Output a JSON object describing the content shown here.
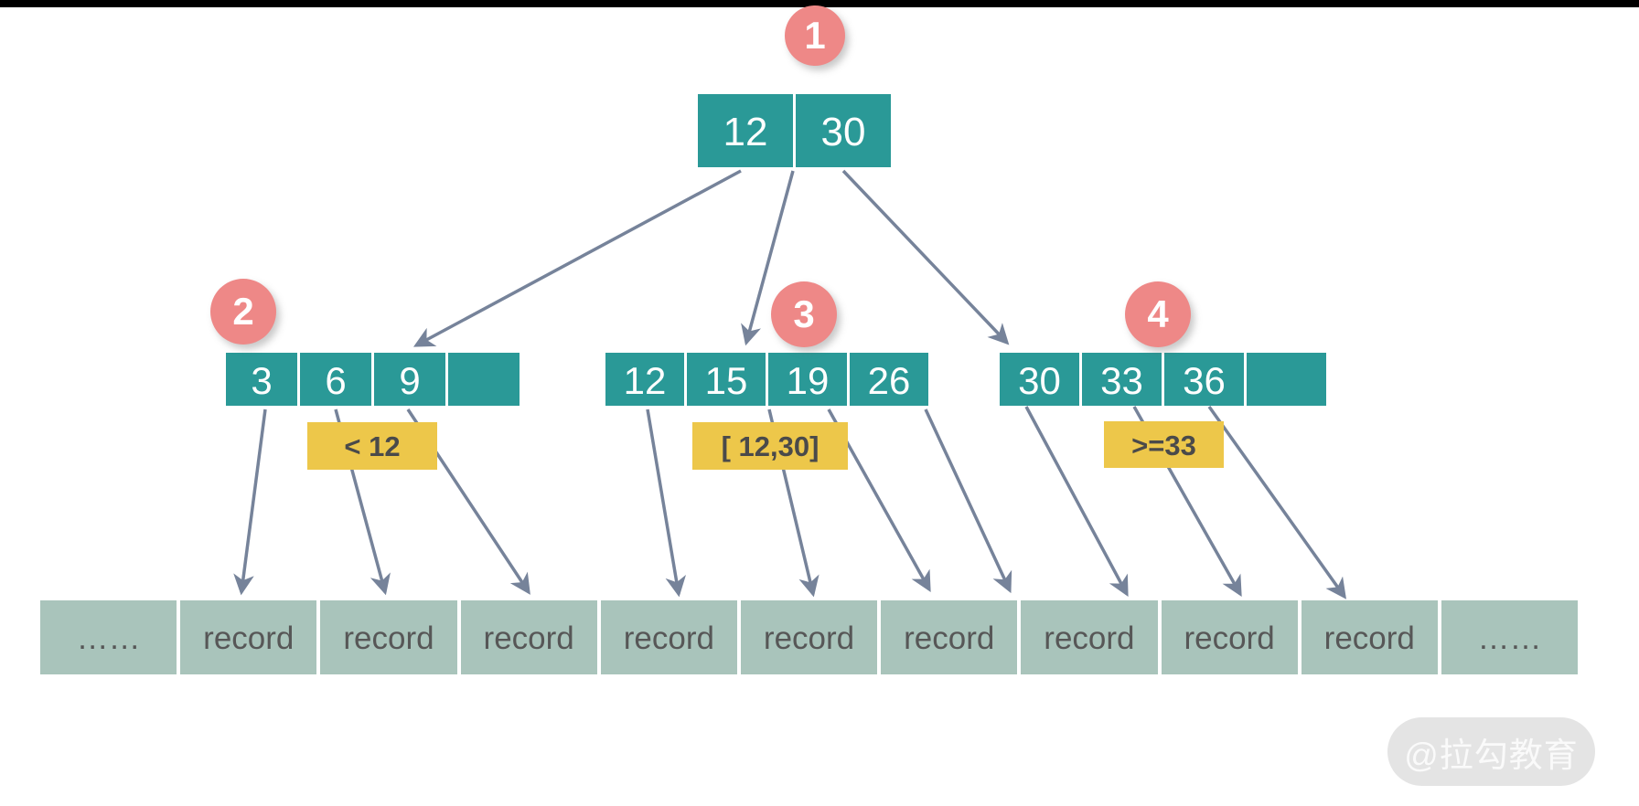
{
  "colors": {
    "teal": "#2a9997",
    "pink": "#ee8887",
    "yellow": "#edc74a",
    "sage": "#a9c4bb",
    "arrow": "#76839a",
    "bar": "#000000",
    "record_text": "#575757",
    "label_text": "#4a4a4a",
    "watermark_bg": "#e4e4e4",
    "watermark_text": "#fafafa"
  },
  "tree": {
    "root": {
      "badge": "1",
      "keys": [
        "12",
        "30"
      ]
    },
    "children": [
      {
        "badge": "2",
        "keys": [
          "3",
          "6",
          "9",
          ""
        ],
        "range_label": "< 12"
      },
      {
        "badge": "3",
        "keys": [
          "12",
          "15",
          "19",
          "26"
        ],
        "range_label": "[ 12,30]"
      },
      {
        "badge": "4",
        "keys": [
          "30",
          "33",
          "36",
          ""
        ],
        "range_label": ">=33"
      }
    ]
  },
  "records": {
    "cells": [
      "……",
      "record",
      "record",
      "record",
      "record",
      "record",
      "record",
      "record",
      "record",
      "record",
      "……"
    ]
  },
  "watermark": {
    "label": "@拉勾教育"
  }
}
